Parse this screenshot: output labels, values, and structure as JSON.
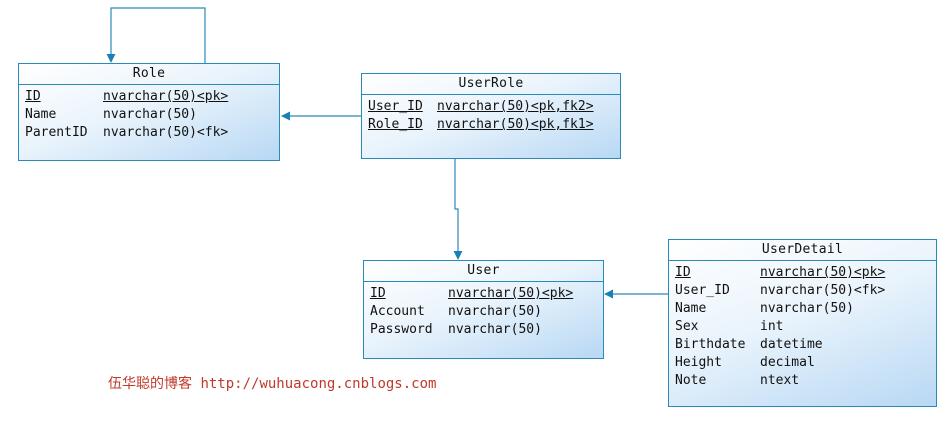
{
  "entities": {
    "role": {
      "title": "Role",
      "columns": [
        {
          "name": "ID",
          "type": "nvarchar(50)<pk>"
        },
        {
          "name": "Name",
          "type": "nvarchar(50)"
        },
        {
          "name": "ParentID",
          "type": "nvarchar(50)<fk>"
        }
      ]
    },
    "userrole": {
      "title": "UserRole",
      "columns": [
        {
          "name": "User_ID",
          "type": "nvarchar(50)<pk,fk2>"
        },
        {
          "name": "Role_ID",
          "type": "nvarchar(50)<pk,fk1>"
        }
      ]
    },
    "user": {
      "title": "User",
      "columns": [
        {
          "name": "ID",
          "type": "nvarchar(50)<pk>"
        },
        {
          "name": "Account",
          "type": "nvarchar(50)"
        },
        {
          "name": "Password",
          "type": "nvarchar(50)"
        }
      ]
    },
    "userdetail": {
      "title": "UserDetail",
      "columns": [
        {
          "name": "ID",
          "type": "nvarchar(50)<pk>"
        },
        {
          "name": "User_ID",
          "type": "nvarchar(50)<fk>"
        },
        {
          "name": "Name",
          "type": "nvarchar(50)"
        },
        {
          "name": "Sex",
          "type": "int"
        },
        {
          "name": "Birthdate",
          "type": "datetime"
        },
        {
          "name": "Height",
          "type": "decimal"
        },
        {
          "name": "Note",
          "type": "ntext"
        }
      ]
    }
  },
  "watermark": {
    "author": "伍华聪的博客",
    "url": "http://wuhuacong.cnblogs.com"
  },
  "colors": {
    "line": "#2a8ab8",
    "watermark": "#c0392b"
  }
}
